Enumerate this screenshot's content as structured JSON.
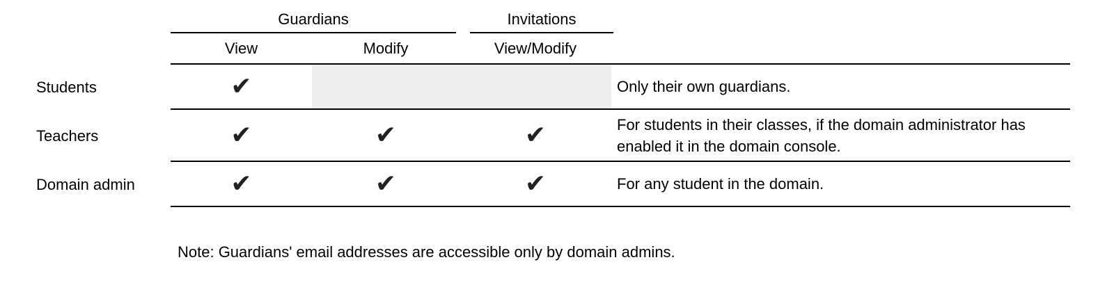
{
  "table": {
    "groups": [
      {
        "label": "Guardians"
      },
      {
        "label": "Invitations"
      }
    ],
    "subheaders": [
      {
        "label": "View"
      },
      {
        "label": "Modify"
      },
      {
        "label": "View/Modify"
      }
    ],
    "check_glyph": "✔",
    "rows": [
      {
        "label": "Students",
        "checks": [
          "✔",
          "",
          ""
        ],
        "note": "Only their own guardians."
      },
      {
        "label": "Teachers",
        "checks": [
          "✔",
          "✔",
          "✔"
        ],
        "note": "For students in their classes, if the domain administrator has enabled it in the domain console."
      },
      {
        "label": "Domain admin",
        "checks": [
          "✔",
          "✔",
          "✔"
        ],
        "note": "For any student in the domain."
      }
    ]
  },
  "footnote": "Note: Guardians' email addresses are accessible only by domain admins.",
  "colors": {
    "rule": "#000000",
    "unavailable_cell_bg": "#eeeeee",
    "check": "#212121",
    "text": "#000000",
    "background": "#ffffff"
  }
}
